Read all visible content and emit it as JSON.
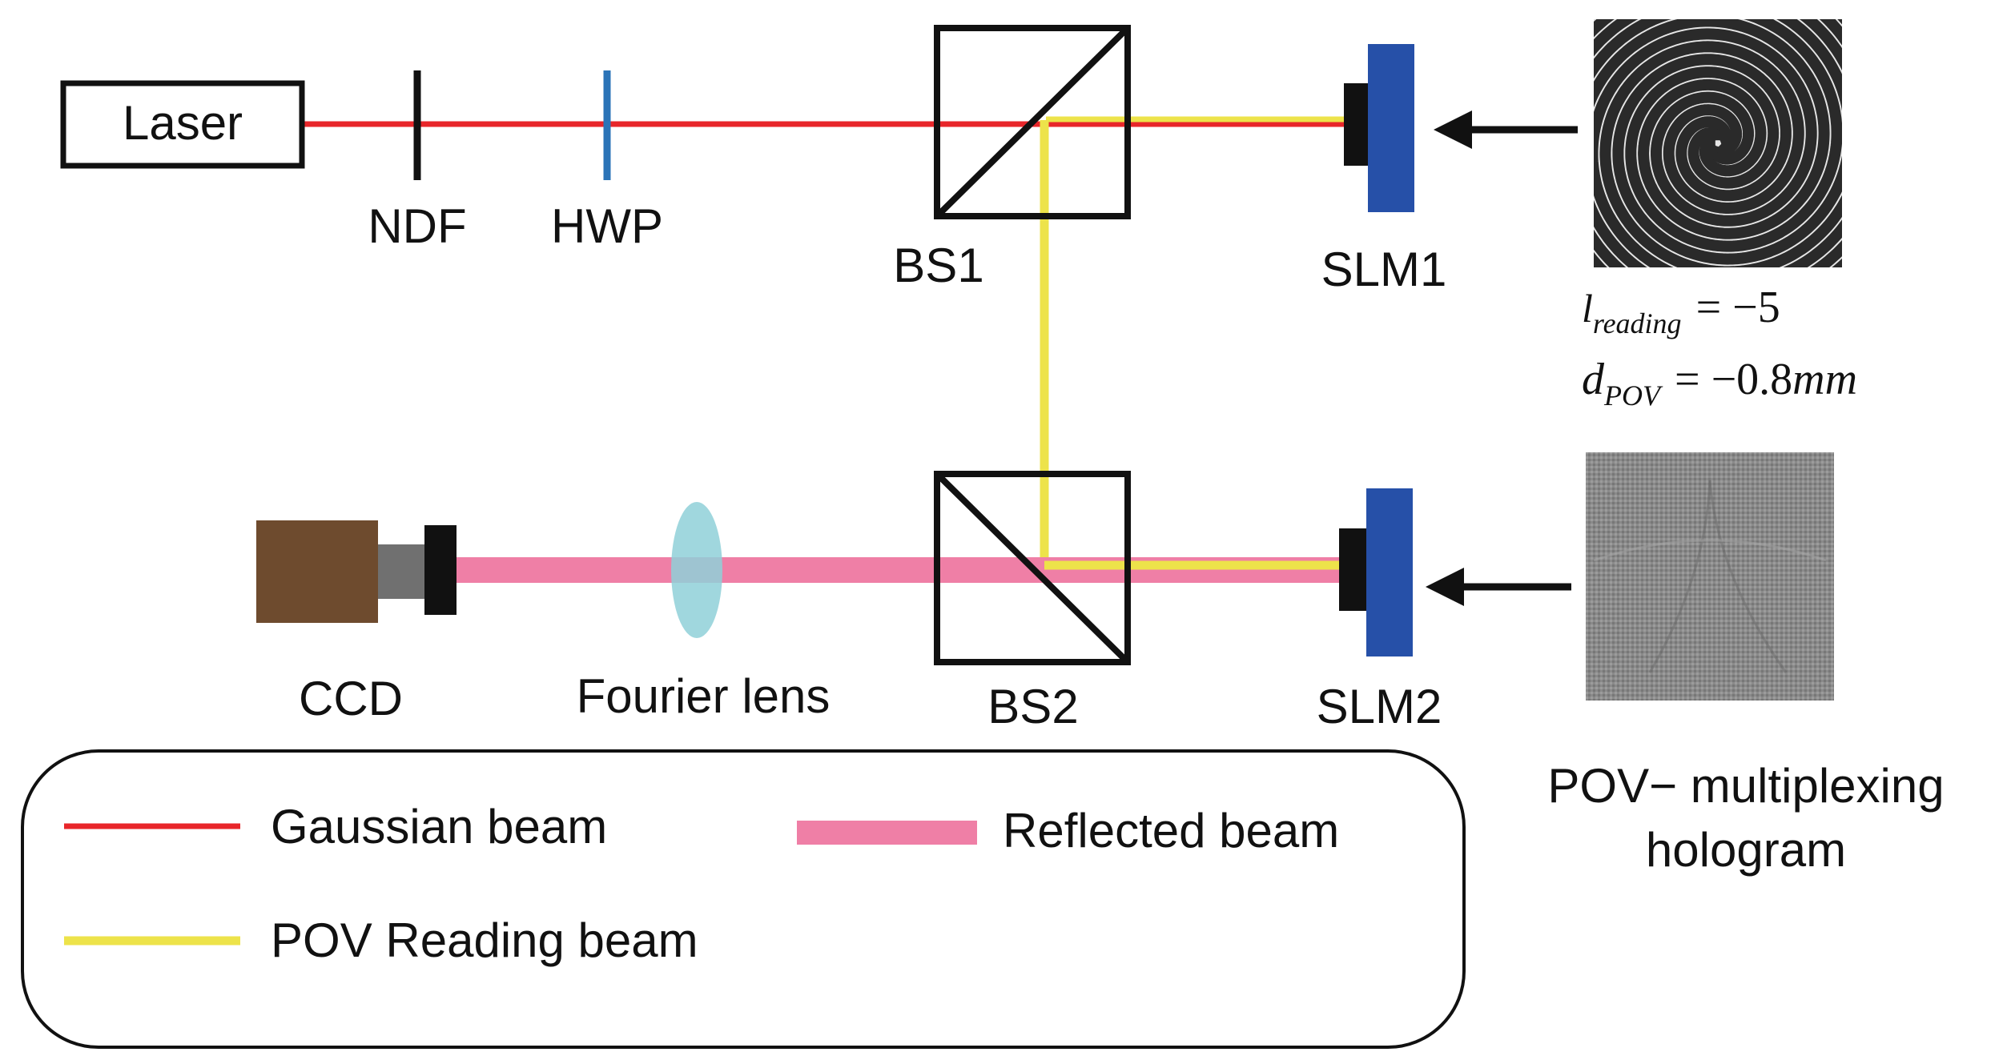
{
  "components": {
    "laser": "Laser",
    "ndf": "NDF",
    "hwp": "HWP",
    "bs1": "BS1",
    "slm1": "SLM1",
    "bs2": "BS2",
    "slm2": "SLM2",
    "ccd": "CCD",
    "fourier_lens": "Fourier lens"
  },
  "equations": {
    "l_symbol": "l",
    "l_subscript": "reading",
    "l_value": "= −5",
    "d_symbol": "d",
    "d_subscript": "POV",
    "d_value": "= −0.8",
    "d_unit": "mm"
  },
  "hologram_caption": {
    "line1": "POV− multiplexing",
    "line2": "hologram"
  },
  "legend": {
    "gaussian": "Gaussian beam",
    "reflected": "Reflected beam",
    "pov_reading": "POV Reading beam"
  },
  "colors": {
    "gaussian_beam": "#e8262a",
    "reading_beam": "#ede34a",
    "reflected_beam": "#ef7fa6",
    "slm": "#2650a8",
    "hwp": "#2b74b8",
    "lens": "#8fd0d8",
    "ccd_body": "#6e4b2e",
    "ccd_neck": "#707070"
  }
}
